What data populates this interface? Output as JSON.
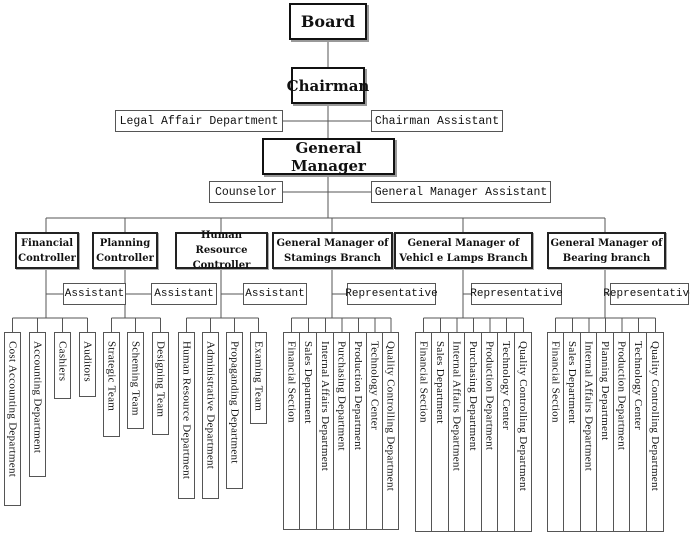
{
  "chart": {
    "top": {
      "board": "Board",
      "chairman": "Chairman",
      "legal_affair": "Legal Affair Department",
      "chairman_assistant": "Chairman Assistant",
      "general_manager": "General Manager",
      "counselor": "Counselor",
      "gm_assistant": "General Manager Assistant"
    },
    "divisions": [
      {
        "title": "Financial Controller",
        "aide": "Assistant",
        "units": [
          "Cost Accounting Department",
          "Accounting Department",
          "Cashiers",
          "Auditors"
        ]
      },
      {
        "title": "Planning Controller",
        "aide": "Assistant",
        "units": [
          "Strategic Team",
          "Scheming Team",
          "Designing Team"
        ]
      },
      {
        "title": "Human Resource Controller",
        "aide": "Assistant",
        "units": [
          "Human Resource Department",
          "Administrative Department",
          "Propaganding Department",
          "Examing Team"
        ]
      },
      {
        "title": "General Manager of Stamings Branch",
        "aide": "Representative",
        "units": [
          "Financial Section",
          "Sales Department",
          "Internal Affairs Department",
          "Purchasing Department",
          "Production Department",
          "Technology Center",
          "Quality Controlling Department"
        ]
      },
      {
        "title": "General Manager of Vehicl e Lamps Branch",
        "aide": "Representative",
        "units": [
          "Financial Section",
          "Sales Department",
          "Internal Affairs Department",
          "Purchasing Department",
          "Production Department",
          "Technology Center",
          "Quality Controlling Department"
        ]
      },
      {
        "title": "General Manager of Bearing branch",
        "aide": "Representative",
        "units": [
          "Financial Section",
          "Sales Department",
          "Internal Affairs Department",
          "Planning Department",
          "Production Department",
          "Technology Center",
          "Quality Controlling Department"
        ]
      }
    ]
  }
}
